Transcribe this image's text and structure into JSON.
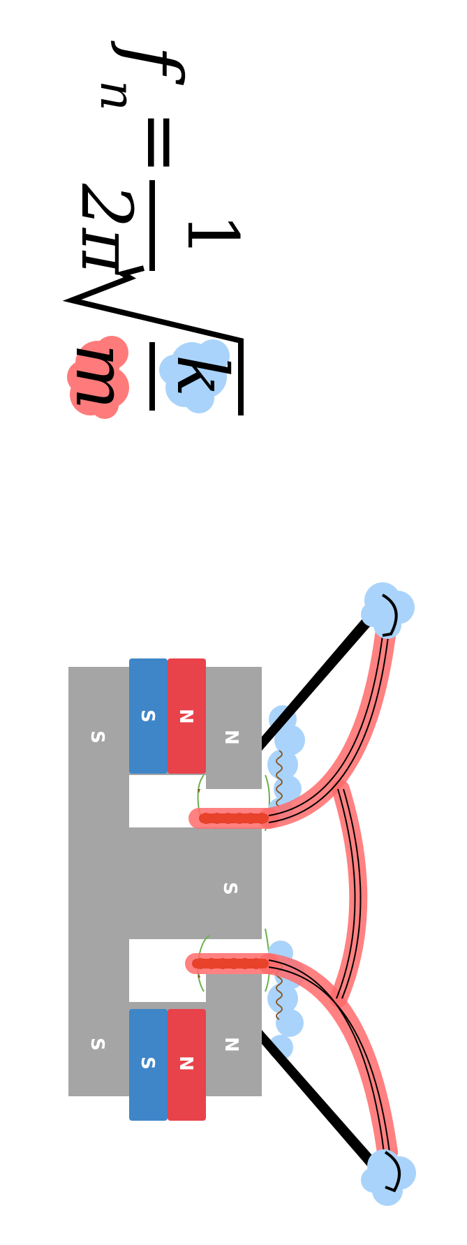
{
  "formula": {
    "f": "f",
    "n": "n",
    "equals": "=",
    "one": "1",
    "two_pi": "2π",
    "k": "k",
    "m": "m"
  },
  "magnet": {
    "pole_S": "S",
    "pole_N": "N"
  },
  "colors": {
    "mass_highlight": "#ff6b6b",
    "stiffness_highlight": "#a9d3fa",
    "yoke_gray": "#a5a5a5",
    "magnet_south_blue": "#3f86c8",
    "magnet_north_red": "#e8424a",
    "field_line_green": "#6ab04c",
    "coil_red": "#e8422b"
  }
}
